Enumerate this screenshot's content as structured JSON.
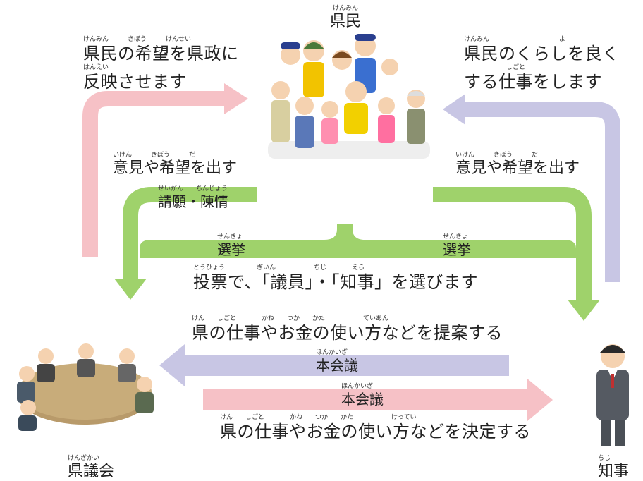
{
  "colors": {
    "pink": "#f6c1c6",
    "lavender": "#c8c6e4",
    "green": "#9fd26b",
    "skin": "#f5d2b0"
  },
  "nodes": {
    "citizens": {
      "title": "県民",
      "ruby": "けんみん",
      "icon": "crowd-icon"
    },
    "assembly": {
      "title": "県議会",
      "ruby": "けんぎかい",
      "icon": "meeting-icon"
    },
    "governor": {
      "title": "知事",
      "ruby": "ちじ",
      "icon": "governor-icon"
    }
  },
  "labels": {
    "reflect_ruby": "けんみん　　　きぼう　　　けんせい",
    "reflect_line1": "県民の希望を県政に",
    "reflect_ruby2": "はんえい",
    "reflect_line2": "反映させます",
    "improve_ruby": "けんみん　　　　　　　　　　　よ",
    "improve_line1": "県民のくらしを良く",
    "improve_ruby2": "しごと",
    "improve_line2": "する仕事をします",
    "opinion_left_ruby": "いけん　　　きぼう　　　だ",
    "opinion_left": "意見や希望を出す",
    "petition_ruby": "せいがん　　ちんじょう",
    "petition": "請願・陳情",
    "opinion_right_ruby": "いけん　　　きぼう　　　だ",
    "opinion_right": "意見や希望を出す",
    "election_left_ruby": "せんきょ",
    "election_left": "選挙",
    "election_right_ruby": "せんきょ",
    "election_right": "選挙",
    "vote_ruby": "とうひょう　　　　　ぎいん　　　　　　ちじ　　　　えら",
    "vote": "投票で、「議員」・「知事」を選びます",
    "propose_ruby": "けん　　しごと　　　　かね　　つか　　かた　　　　　　ていあん",
    "propose": "県の仕事やお金の使い方などを提案する",
    "plenary_top_ruby": "ほんかいぎ",
    "plenary_top": "本会議",
    "plenary_bottom_ruby": "ほんかいぎ",
    "plenary_bottom": "本会議",
    "decide_ruby": "けん　　しごと　　　　かね　　つか　　かた　　　　　　けってい",
    "decide": "県の仕事やお金の使い方などを決定する"
  }
}
